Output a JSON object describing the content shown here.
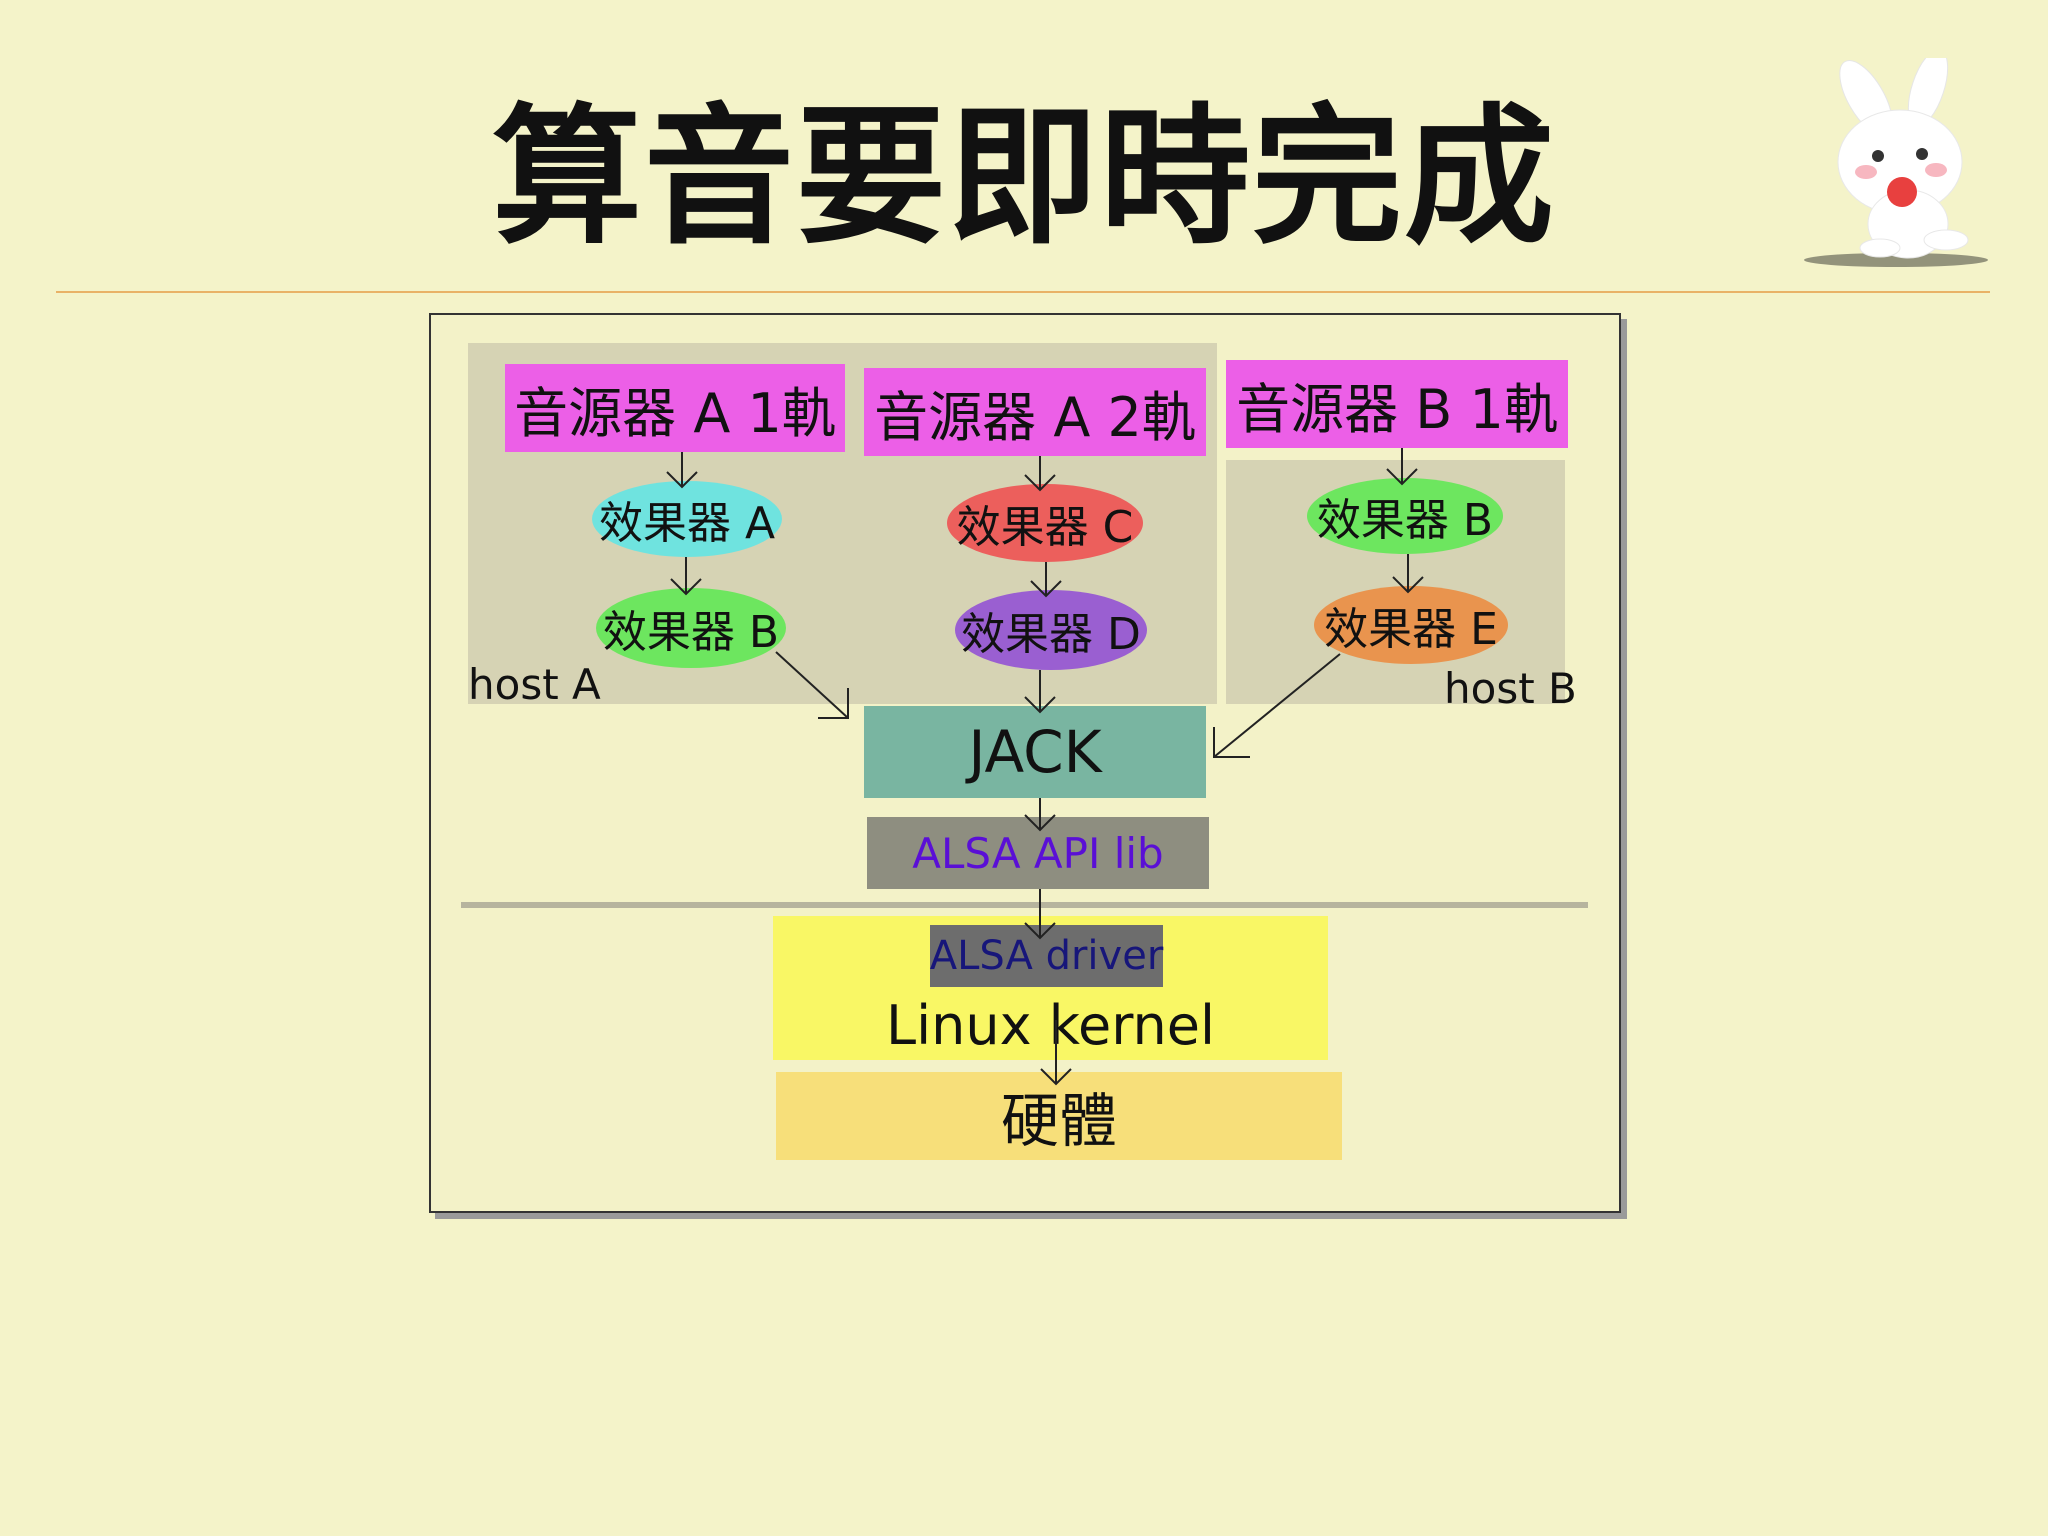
{
  "title": "算音要即時完成",
  "mascot_icon": "rabbit-mascot-icon",
  "hosts": {
    "host_a": "host A",
    "host_b": "host B"
  },
  "sources": {
    "a1": "音源器 A 1軌",
    "a2": "音源器 A 2軌",
    "b1": "音源器 B 1軌"
  },
  "effects": {
    "a": "效果器 A",
    "b_host_a": "效果器 B",
    "c": "效果器 C",
    "d": "效果器 D",
    "b_host_b": "效果器 B",
    "e": "效果器 E"
  },
  "layers": {
    "jack": "JACK",
    "alsa_lib": "ALSA API lib",
    "alsa_driver": "ALSA driver",
    "kernel": "Linux kernel",
    "hardware": "硬體"
  },
  "colors": {
    "background": "#f4f3c9",
    "source": "#ec5fe7",
    "effect_a": "#6fe3df",
    "effect_b": "#6de65f",
    "effect_c": "#ec5f5c",
    "effect_d": "#9a5fd1",
    "effect_e": "#e9944e",
    "jack": "#79b5a1",
    "alsa_lib": "#8e8e80",
    "alsa_lib_text": "#5a0fd6",
    "alsa_driver": "#6d6d6d",
    "alsa_driver_text": "#17167a",
    "kernel": "#f9f765",
    "hardware": "#f7df7a"
  }
}
